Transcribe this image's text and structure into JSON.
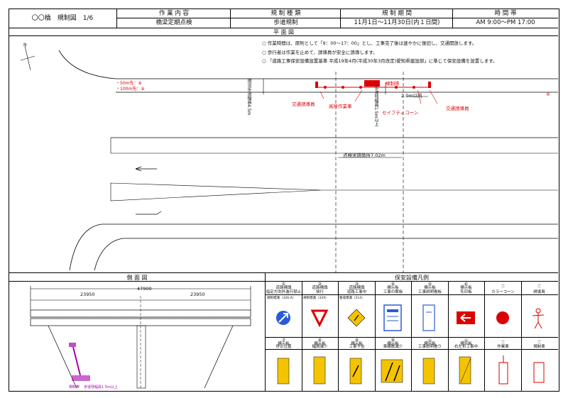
{
  "header": {
    "title": "〇〇橋　規制図　1/6",
    "col1_head": "作 業 内 容",
    "col1_val": "橋梁定期点検",
    "col2_head": "規 制 種 類",
    "col2_val": "歩道規制",
    "col3_head": "規 制 期 間",
    "col3_val": "11月1日～11月30日(内１日間)",
    "col4_head": "時 間 帯",
    "col4_val": "AM 9:00～PM 17:00"
  },
  "plan": {
    "title": "平 面 図",
    "notes": [
      "作業時間は、原則として「9：00～17：00」とし、工事完了後は速やかに復旧し、交通開放します。",
      "歩行者は作業を止めて、誘導員が安全に誘導します。",
      "「道路工事保安設備設置基準 平成19年4月(平成30年3月改定)愛知県建設部」に準じて保安設備を設置します。"
    ],
    "labels": {
      "north": "N",
      "ahead50": "・50m先：⑧",
      "ahead100": "・100m先：⑨",
      "sidewalk_width": "現況歩道幅員4.5m",
      "sidewalk_remain": "歩道残幅員1.5m以上",
      "guide_left": "交通誘導員",
      "guide_right": "交通誘導員",
      "vehicle": "高所作業車",
      "cone": "セイフティコーン",
      "zone": "規制帯",
      "gap": "2.0m以内",
      "check_span": "点検実施箇所7.02m",
      "num10": "⑩"
    }
  },
  "side": {
    "title": "側 面 図",
    "total": "47900",
    "left": "23950",
    "right": "23950",
    "note_a": "規制帯",
    "note_b": "歩道残幅員1.5m以上"
  },
  "legend": {
    "title": "保安設備凡例",
    "top": [
      {
        "num": "①",
        "cat": "道路標識",
        "name": "指定方向外進行禁止"
      },
      {
        "num": "②",
        "cat": "道路標識",
        "name": "徐行"
      },
      {
        "num": "③",
        "cat": "道路標識",
        "name": "道路工事中"
      },
      {
        "num": "④",
        "cat": "標示板",
        "name": "工事の案板"
      },
      {
        "num": "⑤",
        "cat": "標示板",
        "name": "工事説明看板"
      },
      {
        "num": "⑥",
        "cat": "標示板",
        "name": "矢印板"
      },
      {
        "num": "－",
        "cat": "－",
        "name": "カラーコーン"
      },
      {
        "num": "－",
        "cat": "－",
        "name": "誘導員"
      }
    ],
    "sign_text": [
      "規制標識（326-A）",
      "規制標識（329）",
      "警戒標識（214）"
    ],
    "bottom": [
      {
        "num": "⑦",
        "cat": "標示板",
        "name": "停止位置"
      },
      {
        "num": "⑧",
        "cat": "標示板",
        "name": "幅員減少"
      },
      {
        "num": "⑨",
        "cat": "標示板",
        "name": "工事予告"
      },
      {
        "num": "⑩",
        "cat": "標示板",
        "name": "車線数減少"
      },
      {
        "num": "⑪",
        "cat": "標示板",
        "name": "工事説明看り"
      },
      {
        "num": "⑫",
        "cat": "標示板",
        "name": "右左折工事中"
      },
      {
        "num": "－",
        "cat": "－",
        "name": "作業車"
      },
      {
        "num": "－",
        "cat": "－",
        "name": "規制車"
      }
    ]
  }
}
